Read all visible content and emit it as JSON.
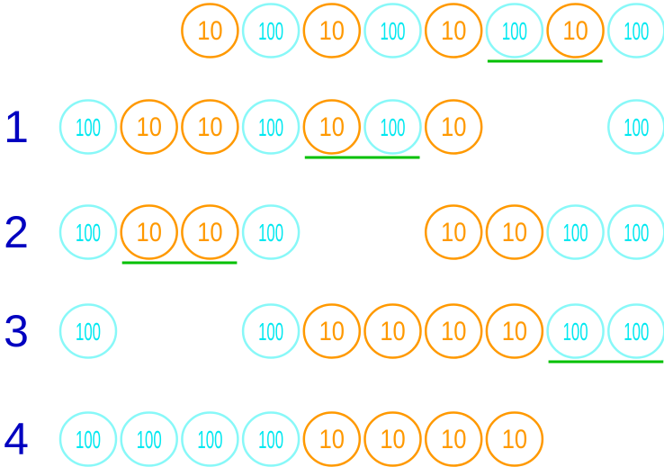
{
  "colors": {
    "coin10": "#ff9900",
    "coin100": "#88f8f8",
    "coin100_text": "#00e8f0",
    "label": "#0000c0",
    "underline": "#00c000"
  },
  "rows": [
    {
      "label": "",
      "coins": [
        null,
        null,
        "10",
        "100",
        "10",
        "100",
        "10",
        "100",
        "10",
        "100"
      ],
      "underline": [
        7,
        8
      ]
    },
    {
      "label": "1",
      "coins": [
        "100",
        "10",
        "10",
        "100",
        "10",
        "100",
        "10",
        null,
        null,
        "100"
      ],
      "underline": [
        4,
        5
      ]
    },
    {
      "label": "2",
      "coins": [
        "100",
        "10",
        "10",
        "100",
        null,
        null,
        "10",
        "10",
        "100",
        "100"
      ],
      "underline": [
        1,
        2
      ]
    },
    {
      "label": "3",
      "coins": [
        "100",
        null,
        null,
        "100",
        "10",
        "10",
        "10",
        "10",
        "100",
        "100"
      ],
      "underline": [
        8,
        9
      ]
    },
    {
      "label": "4",
      "coins": [
        "100",
        "100",
        "100",
        "100",
        "10",
        "10",
        "10",
        "10",
        null,
        null
      ],
      "underline": null
    }
  ]
}
